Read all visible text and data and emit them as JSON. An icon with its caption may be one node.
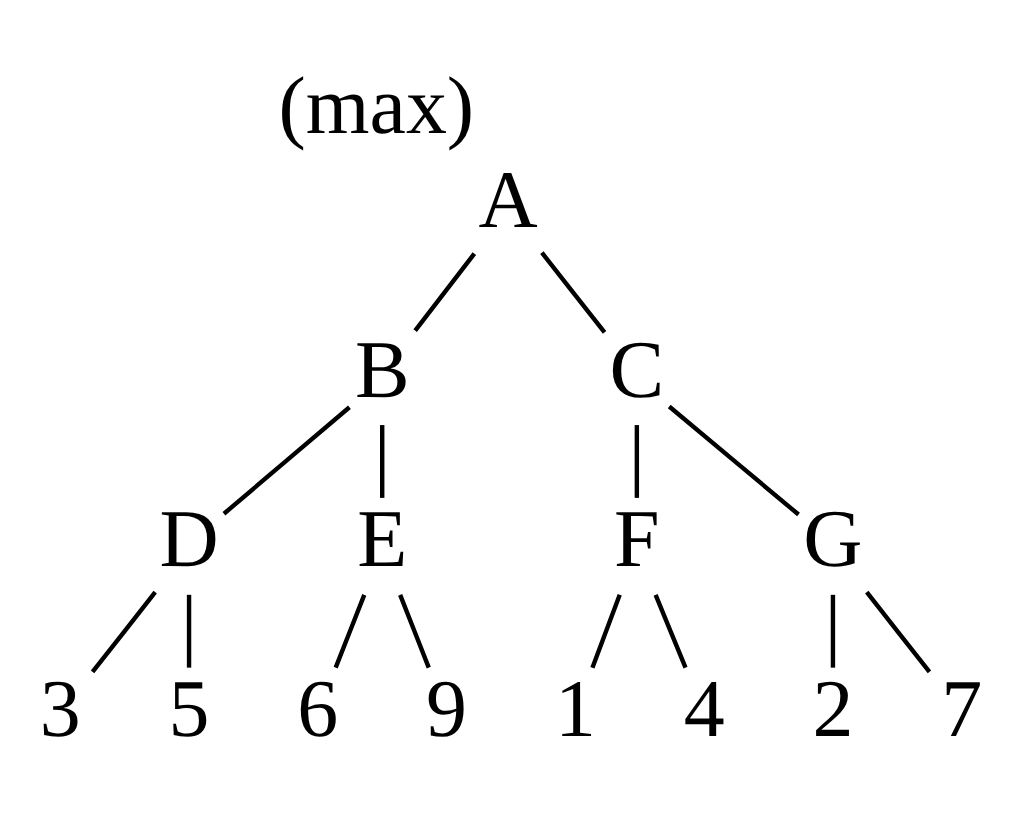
{
  "diagram": {
    "nodes": [
      {
        "text": [
          "A"
        ],
        "beside": [
          "(max)"
        ]
      },
      {
        "text": [
          "B"
        ]
      },
      {
        "text": [
          "C"
        ]
      },
      {
        "text": [
          "D"
        ]
      },
      {
        "text": [
          "E"
        ]
      },
      {
        "text": [
          "F"
        ]
      },
      {
        "text": [
          "G"
        ]
      },
      {
        "text": [
          "3"
        ]
      },
      {
        "text": [
          "5"
        ]
      },
      {
        "text": [
          "6"
        ]
      },
      {
        "text": [
          "9"
        ]
      },
      {
        "text": [
          "1"
        ]
      },
      {
        "text": [
          "4"
        ]
      },
      {
        "text": [
          "2"
        ]
      },
      {
        "text": [
          "7"
        ]
      }
    ],
    "edges": [
      {
        "from": 0,
        "to": 1,
        "arrow": "none"
      },
      {
        "from": 0,
        "to": 2,
        "arrow": "none"
      },
      {
        "from": 1,
        "to": 3,
        "arrow": "none"
      },
      {
        "from": 1,
        "to": 4,
        "arrow": "none"
      },
      {
        "from": 2,
        "to": 5,
        "arrow": "none"
      },
      {
        "from": 2,
        "to": 6,
        "arrow": "none"
      },
      {
        "from": 3,
        "to": 7,
        "arrow": "none"
      },
      {
        "from": 3,
        "to": 8,
        "arrow": "none"
      },
      {
        "from": 4,
        "to": 9,
        "arrow": "none"
      },
      {
        "from": 4,
        "to": 10,
        "arrow": "none"
      },
      {
        "from": 5,
        "to": 11,
        "arrow": "none"
      },
      {
        "from": 5,
        "to": 12,
        "arrow": "none"
      },
      {
        "from": 6,
        "to": 13,
        "arrow": "none"
      },
      {
        "from": 6,
        "to": 14,
        "arrow": "none"
      }
    ]
  }
}
